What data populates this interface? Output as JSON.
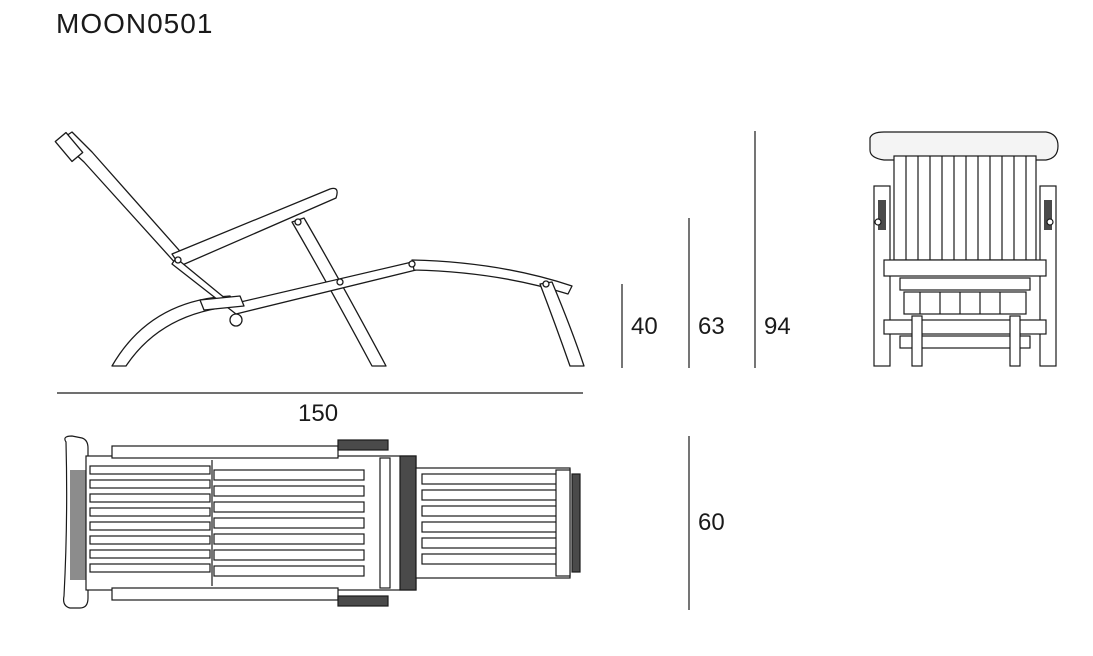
{
  "title": "MOON0501",
  "dimensions": {
    "seat_height": "40",
    "armrest_height": "63",
    "total_height": "94",
    "length": "150",
    "width": "60"
  },
  "colors": {
    "line": "#1a1a1a",
    "fill": "#ffffff",
    "shade": "#8c8c8c",
    "dark": "#4a4a4a"
  }
}
